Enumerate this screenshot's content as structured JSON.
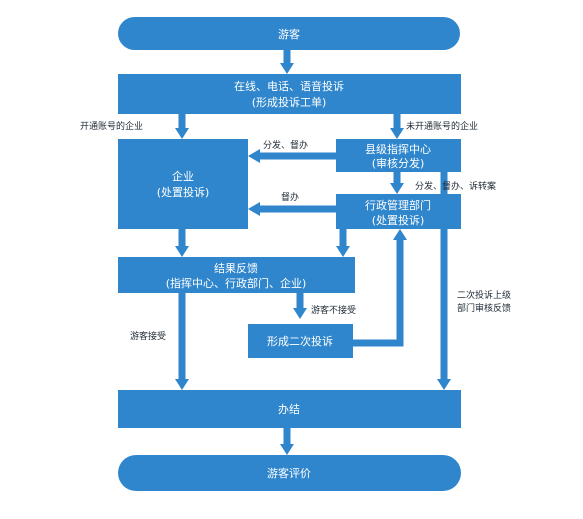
{
  "colors": {
    "box": "#2f86cc",
    "text_on_box": "#ffffff",
    "label": "#1f2a36"
  },
  "nodes": {
    "visitor": "游客",
    "intake_line1": "在线、电话、语音投诉",
    "intake_line2": "(形成投诉工单)",
    "enterprise_line1": "企业",
    "enterprise_line2": "(处置投诉)",
    "county_center_line1": "县级指挥中心",
    "county_center_line2": "(审核分发)",
    "admin_dept_line1": "行政管理部门",
    "admin_dept_line2": "(处置投诉)",
    "feedback_line1": "结果反馈",
    "feedback_line2": "(指挥中心、行政部门、企业)",
    "second_complaint": "形成二次投诉",
    "resolved": "办结",
    "evaluation": "游客评价"
  },
  "edge_labels": {
    "with_account": "开通账号的企业",
    "without_account": "未开通账号的企业",
    "distribute_supervise": "分发、督办",
    "supervise": "督办",
    "distribute_supervise_transfer": "分发、督办、诉转案",
    "visitor_not_accept": "游客不接受",
    "visitor_accept": "游客接受",
    "second_review_line1": "二次投诉上级",
    "second_review_line2": "部门审核反馈"
  }
}
